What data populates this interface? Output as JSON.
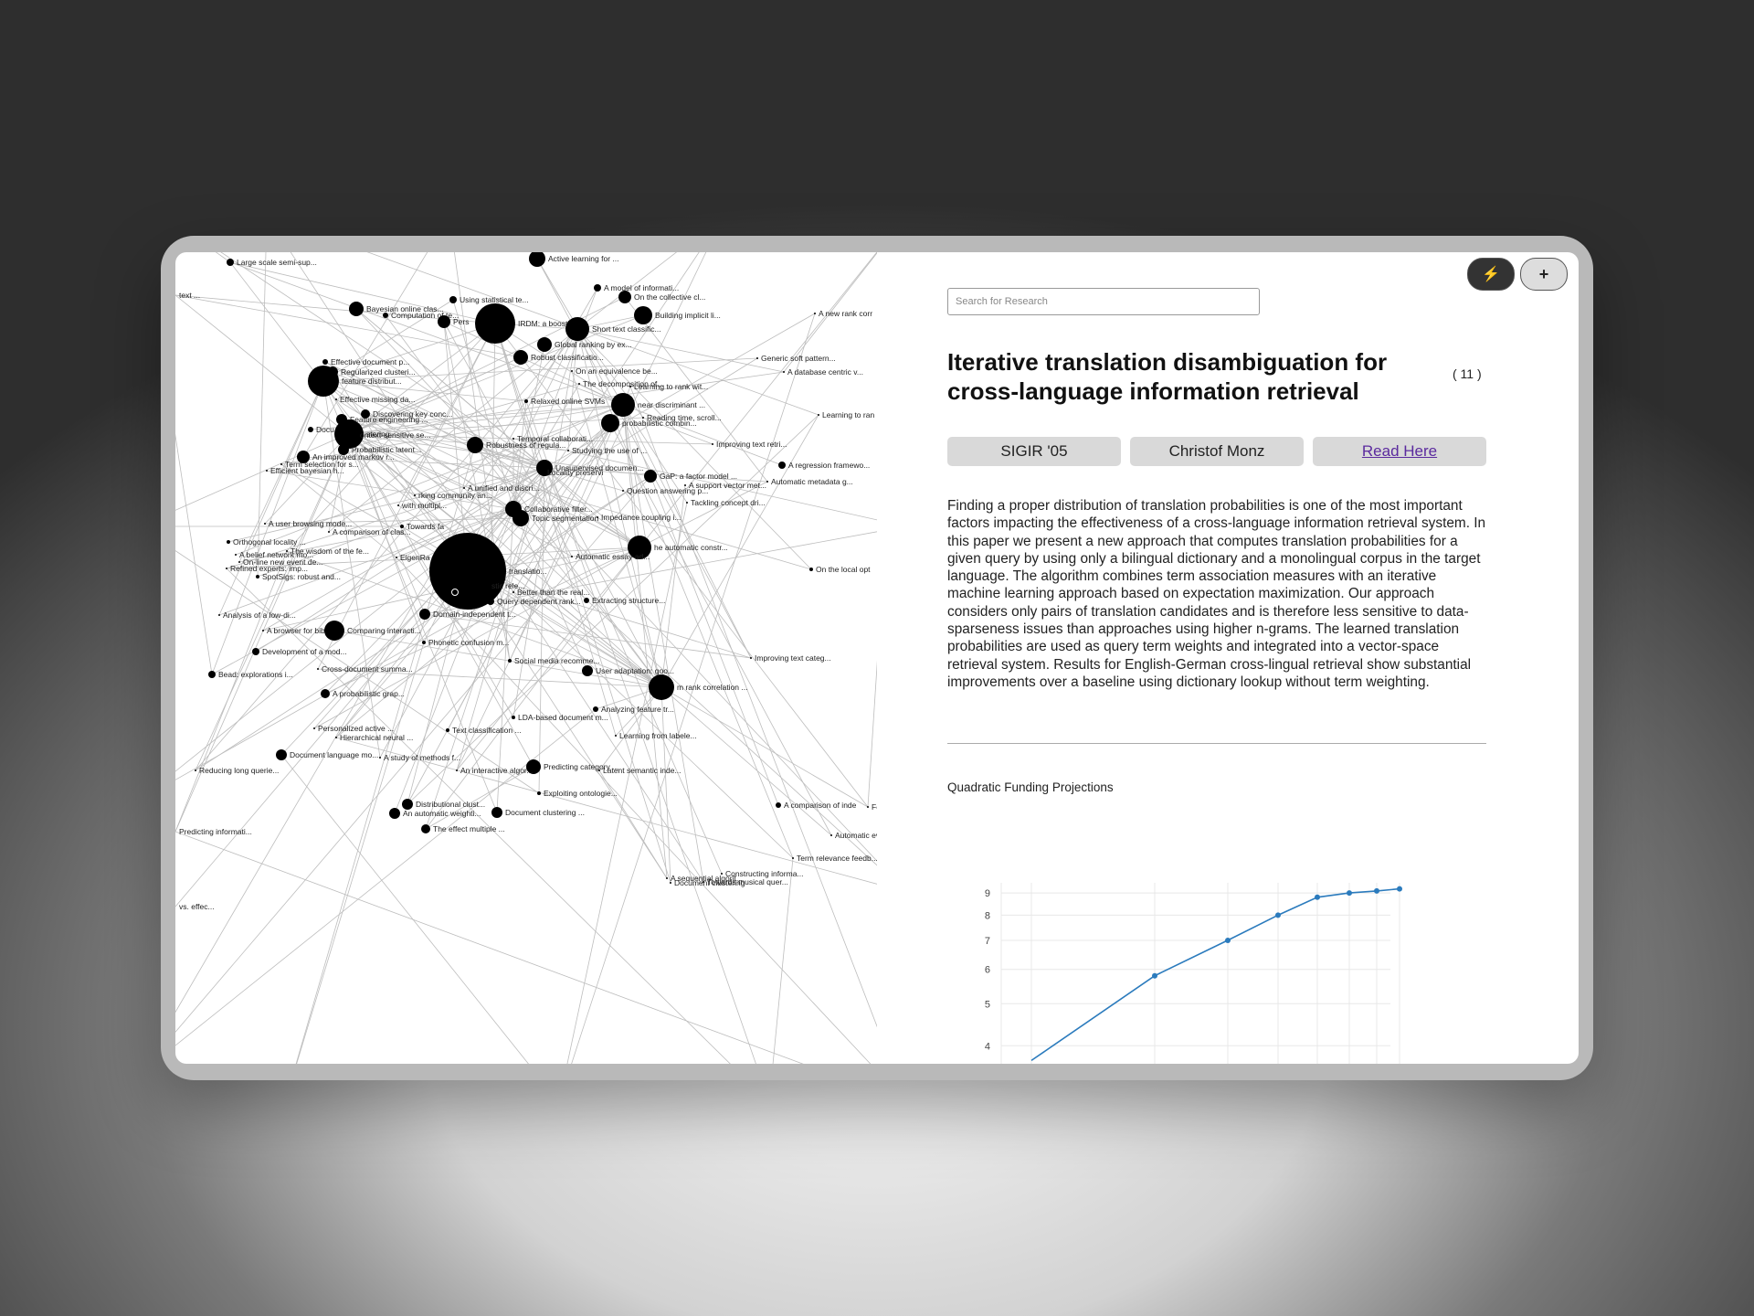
{
  "graph": {
    "nodes": [
      {
        "label": "Large scale semi-sup..."
      },
      {
        "label": "Active learning for ..."
      },
      {
        "label": "text ..."
      },
      {
        "label": "A model of informati..."
      },
      {
        "label": "Using statistical te..."
      },
      {
        "label": "On the collective cl..."
      },
      {
        "label": "Bayesian online clas..."
      },
      {
        "label": "Computation of te..."
      },
      {
        "label": "Building implicit li..."
      },
      {
        "label": "A new rank corr"
      },
      {
        "label": "Pers"
      },
      {
        "label": "IRDM: a boosting ..."
      },
      {
        "label": "Short text classific..."
      },
      {
        "label": "Global ranking by ex..."
      },
      {
        "label": "Generic soft pattern..."
      },
      {
        "label": "Robust classificatio..."
      },
      {
        "label": "Effective document p..."
      },
      {
        "label": "On an equivalence be..."
      },
      {
        "label": "A database centric v..."
      },
      {
        "label": "Regularized clusteri..."
      },
      {
        "label": "The decomposition of..."
      },
      {
        "label": "Learning to rank wit..."
      },
      {
        "label": "feature distribut..."
      },
      {
        "label": "Effective missing da..."
      },
      {
        "label": "Relaxed online SVMs"
      },
      {
        "label": "near discriminant ..."
      },
      {
        "label": "Discovering key conc..."
      },
      {
        "label": "Learning to ran"
      },
      {
        "label": "Reading time, scroll..."
      },
      {
        "label": "Feature engineering ..."
      },
      {
        "label": "probabilistic combin..."
      },
      {
        "label": "Docu"
      },
      {
        "label": "stering"
      },
      {
        "label": "Temporal collaborati..."
      },
      {
        "label": "ontext-sensitive se..."
      },
      {
        "label": "Improving text retri..."
      },
      {
        "label": "Robustness of regula..."
      },
      {
        "label": "Probabilistic latent..."
      },
      {
        "label": "Studying the use of ..."
      },
      {
        "label": "An improved markov r..."
      },
      {
        "label": "Term selection for s..."
      },
      {
        "label": "A regression framewo..."
      },
      {
        "label": "Unsupervised documen..."
      },
      {
        "label": "Efficient bayesian h..."
      },
      {
        "label": "Locality preservi"
      },
      {
        "label": "GaP: a factor model ..."
      },
      {
        "label": "Automatic metadata g..."
      },
      {
        "label": "A support vector met..."
      },
      {
        "label": "A unified and discri..."
      },
      {
        "label": "Question answering p..."
      },
      {
        "label": "rking community an..."
      },
      {
        "label": "Tackling concept dri..."
      },
      {
        "label": "with multipl..."
      },
      {
        "label": "Collaborative filter..."
      },
      {
        "label": "Topic segmentation"
      },
      {
        "label": "A user browsing mode..."
      },
      {
        "label": "Impedance coupling i..."
      },
      {
        "label": "Towards fa"
      },
      {
        "label": "A comparison of clas..."
      },
      {
        "label": "Orthogonal locality ..."
      },
      {
        "label": "he automatic constr..."
      },
      {
        "label": "A belief network mo..."
      },
      {
        "label": "The wisdom of the fe..."
      },
      {
        "label": "EigenRa"
      },
      {
        "label": "On-line new event de..."
      },
      {
        "label": "Automatic essay ad..."
      },
      {
        "label": "Refined experts: imp..."
      },
      {
        "label": "translatio..."
      },
      {
        "label": "On the local opt"
      },
      {
        "label": "SpotSigs: robust and..."
      },
      {
        "label": "stic rele..."
      },
      {
        "label": "Better than the real..."
      },
      {
        "label": "Query dependent rank..."
      },
      {
        "label": "Extracting structure..."
      },
      {
        "label": "Analysis of a low-di..."
      },
      {
        "label": "Domain-independent t..."
      },
      {
        "label": "A browser for biblio..."
      },
      {
        "label": "Comparing interacti..."
      },
      {
        "label": "Phonetic confusion m..."
      },
      {
        "label": "Development of a mod..."
      },
      {
        "label": "Improving text categ..."
      },
      {
        "label": "Social media recomme..."
      },
      {
        "label": "Cross-document summa..."
      },
      {
        "label": "User adaptation: goo..."
      },
      {
        "label": "Bead: explorations i..."
      },
      {
        "label": "m rank correlation ..."
      },
      {
        "label": "A probabilistic grap..."
      },
      {
        "label": "Analyzing feature tr..."
      },
      {
        "label": "LDA-based document m..."
      },
      {
        "label": "Personalized active ..."
      },
      {
        "label": "Hierarchical neural ..."
      },
      {
        "label": "Text classification ..."
      },
      {
        "label": "Learning from labele..."
      },
      {
        "label": "Document language mo..."
      },
      {
        "label": "A study of methods f..."
      },
      {
        "label": "Predicting category ..."
      },
      {
        "label": "An interactive algor..."
      },
      {
        "label": "Latent semantic inde..."
      },
      {
        "label": "Reducing long querie..."
      },
      {
        "label": "Exploiting ontologie..."
      },
      {
        "label": "Distributional clust..."
      },
      {
        "label": "A comparison of inde"
      },
      {
        "label": "Feat"
      },
      {
        "label": "An automatic weighti..."
      },
      {
        "label": "Document clustering ..."
      },
      {
        "label": "Predicting informati..."
      },
      {
        "label": "The effect multiple ..."
      },
      {
        "label": "Automatic eva"
      },
      {
        "label": "Term relevance feedb..."
      },
      {
        "label": "Constructing informa..."
      },
      {
        "label": "A sequential algorit..."
      },
      {
        "label": "Towards musical quer..."
      },
      {
        "label": "Document clustering"
      },
      {
        "label": "vs. effec..."
      }
    ]
  },
  "controls": {
    "power_icon": "⚡",
    "add_icon": "+"
  },
  "search": {
    "placeholder": "Search for Research",
    "value": ""
  },
  "paper": {
    "title": "Iterative translation disambiguation for cross-language information retrieval",
    "count": "( 11 )",
    "venue": "SIGIR '05",
    "author": "Christof Monz",
    "link_label": "Read Here",
    "abstract": "Finding a proper distribution of translation probabilities is one of the most important factors impacting the effectiveness of a cross-language information retrieval system. In this paper we present a new approach that computes translation probabilities for a given query by using only a bilingual dictionary and a monolingual corpus in the target language. The algorithm combines term association measures with an iterative machine learning approach based on expectation maximization. Our approach considers only pairs of translation candidates and is therefore less sensitive to data-sparseness issues than approaches using higher n-grams. The learned translation probabilities are used as query term weights and integrated into a vector-space retrieval system. Results for English-German cross-lingual retrieval show substantial improvements over a baseline using dictionary lookup without term weighting."
  },
  "chart_data": {
    "type": "line",
    "title": "Quadratic Funding Projections",
    "xlabel": "",
    "ylabel": "",
    "y_scale": "log",
    "y_ticks": [
      4,
      5,
      6,
      7,
      8,
      9
    ],
    "grid": true,
    "color": "#2b7bbd",
    "x": [
      1,
      2,
      3,
      4,
      5,
      6,
      7,
      8
    ],
    "y": [
      3.7,
      5.8,
      7.0,
      8.0,
      8.8,
      9.0,
      9.1,
      9.2
    ]
  }
}
